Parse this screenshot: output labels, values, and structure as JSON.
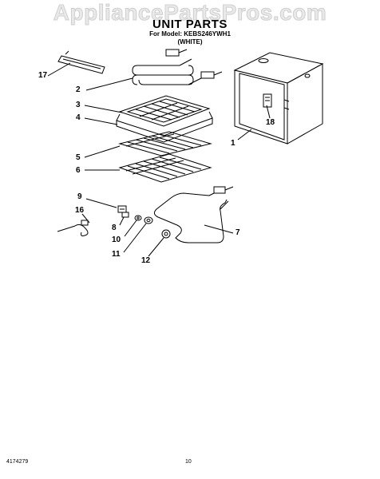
{
  "watermark": "AppliancePartsPros.com",
  "header": {
    "title": "UNIT PARTS",
    "model_prefix": "For Model:",
    "model": "KEBS246YWH1",
    "color": "(WHITE)"
  },
  "callouts": [
    {
      "id": "17",
      "label": "17"
    },
    {
      "id": "2",
      "label": "2"
    },
    {
      "id": "3",
      "label": "3"
    },
    {
      "id": "4",
      "label": "4"
    },
    {
      "id": "5",
      "label": "5"
    },
    {
      "id": "6",
      "label": "6"
    },
    {
      "id": "18",
      "label": "18"
    },
    {
      "id": "1",
      "label": "1"
    },
    {
      "id": "9",
      "label": "9"
    },
    {
      "id": "16",
      "label": "16"
    },
    {
      "id": "8",
      "label": "8"
    },
    {
      "id": "10",
      "label": "10"
    },
    {
      "id": "11",
      "label": "11"
    },
    {
      "id": "12",
      "label": "12"
    },
    {
      "id": "7",
      "label": "7"
    }
  ],
  "footer": {
    "doc_number": "4174279",
    "page_number": "10"
  }
}
